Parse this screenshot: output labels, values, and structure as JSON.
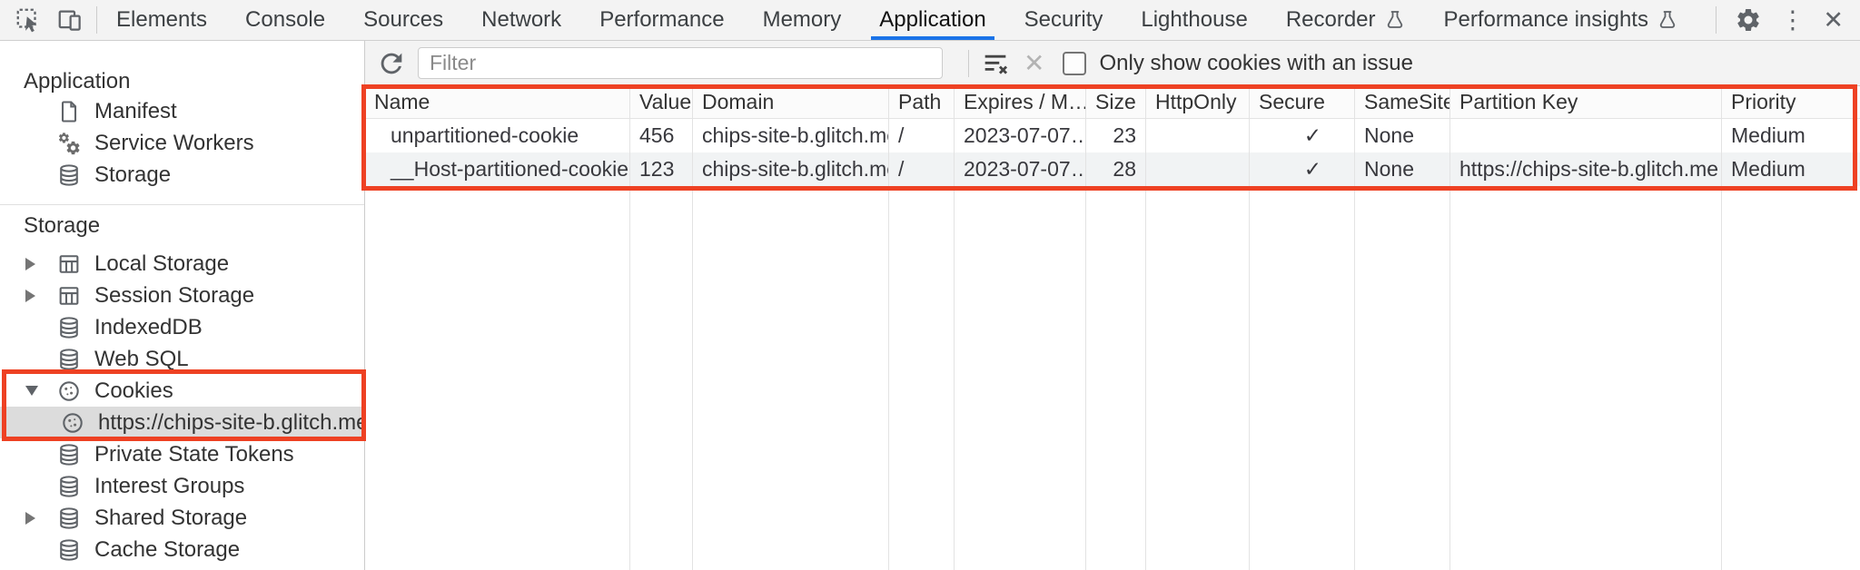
{
  "tabbar": {
    "tabs": [
      {
        "label": "Elements"
      },
      {
        "label": "Console"
      },
      {
        "label": "Sources"
      },
      {
        "label": "Network"
      },
      {
        "label": "Performance"
      },
      {
        "label": "Memory"
      },
      {
        "label": "Application",
        "active": true
      },
      {
        "label": "Security"
      },
      {
        "label": "Lighthouse"
      },
      {
        "label": "Recorder",
        "flask": true
      },
      {
        "label": "Performance insights",
        "flask": true
      }
    ],
    "more_glyph": "⋮",
    "close_glyph": "✕"
  },
  "sidebar": {
    "sections": [
      {
        "title": "Application",
        "items": [
          {
            "label": "Manifest",
            "icon": "document"
          },
          {
            "label": "Service Workers",
            "icon": "gears"
          },
          {
            "label": "Storage",
            "icon": "database"
          }
        ]
      },
      {
        "title": "Storage",
        "items": [
          {
            "label": "Local Storage",
            "icon": "table",
            "state": "collapsed"
          },
          {
            "label": "Session Storage",
            "icon": "table",
            "state": "collapsed"
          },
          {
            "label": "IndexedDB",
            "icon": "database"
          },
          {
            "label": "Web SQL",
            "icon": "database"
          },
          {
            "label": "Cookies",
            "icon": "cookie",
            "state": "expanded"
          },
          {
            "label": "https://chips-site-b.glitch.me",
            "icon": "cookie",
            "selected": true
          },
          {
            "label": "Private State Tokens",
            "icon": "database"
          },
          {
            "label": "Interest Groups",
            "icon": "database"
          },
          {
            "label": "Shared Storage",
            "icon": "database",
            "state": "collapsed"
          },
          {
            "label": "Cache Storage",
            "icon": "database"
          }
        ]
      }
    ]
  },
  "toolbar": {
    "filter_placeholder": "Filter",
    "issue_checkbox_label": "Only show cookies with an issue",
    "checkbox_checked": false
  },
  "cookies_table": {
    "columns": [
      "Name",
      "Value",
      "Domain",
      "Path",
      "Expires / M…",
      "Size",
      "HttpOnly",
      "Secure",
      "SameSite",
      "Partition Key",
      "Priority"
    ],
    "rows": [
      {
        "name": "unpartitioned-cookie",
        "value": "456",
        "domain": "chips-site-b.glitch.me",
        "path": "/",
        "expires": "2023-07-07…",
        "size": "23",
        "http_only": "",
        "secure": "✓",
        "same_site": "None",
        "partition_key": "",
        "priority": "Medium"
      },
      {
        "name": "__Host-partitioned-cookie",
        "value": "123",
        "domain": "chips-site-b.glitch.me",
        "path": "/",
        "expires": "2023-07-07…",
        "size": "28",
        "http_only": "",
        "secure": "✓",
        "same_site": "None",
        "partition_key": "https://chips-site-b.glitch.me",
        "priority": "Medium"
      }
    ]
  },
  "annotation": {
    "color": "#ee4123"
  }
}
